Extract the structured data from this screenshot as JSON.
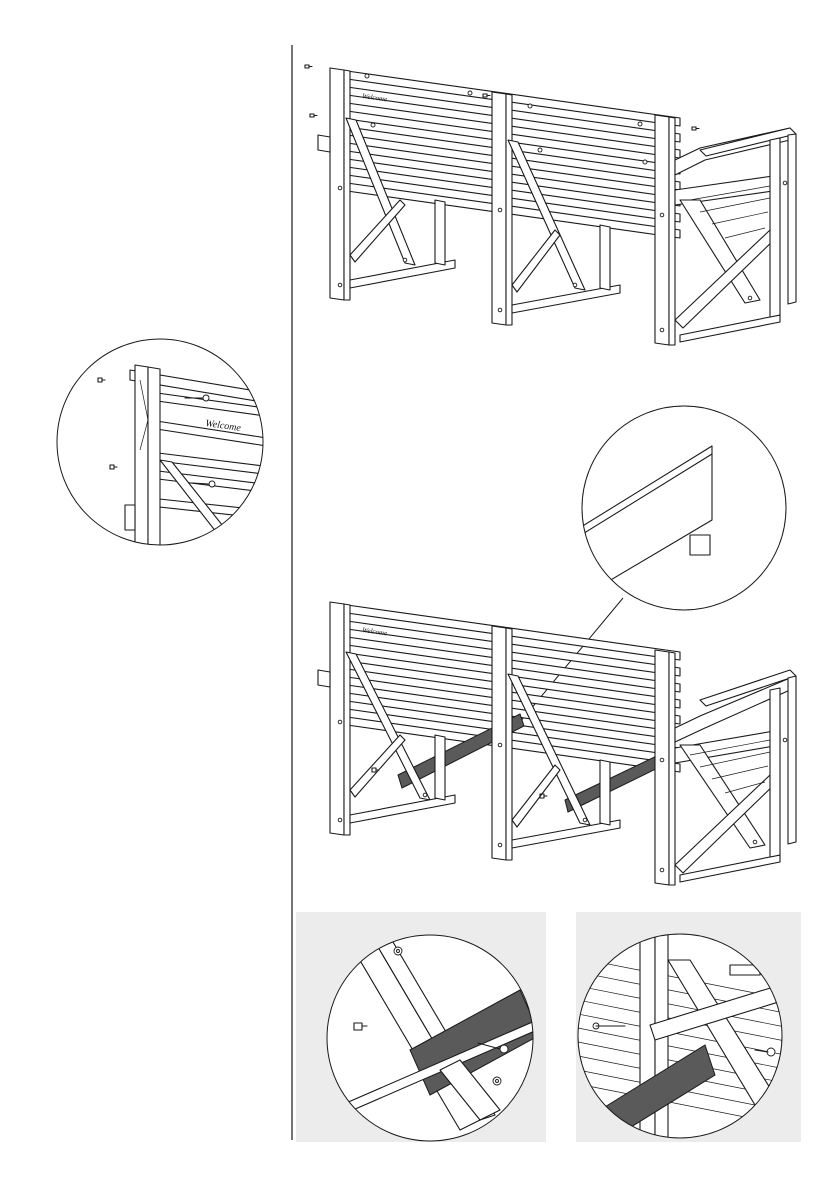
{
  "colors": {
    "line": "#1a1a1a",
    "wood_fill": "#ffffff",
    "highlight_beam": "#5a5a5a",
    "background": "#ffffff"
  },
  "top_bench": {
    "backrest_brand_label": "Welcome"
  },
  "detail_upper_left": {
    "backrest_brand_label": "Welcome"
  },
  "bottom_bench": {
    "backrest_brand_label": "Welcome"
  }
}
